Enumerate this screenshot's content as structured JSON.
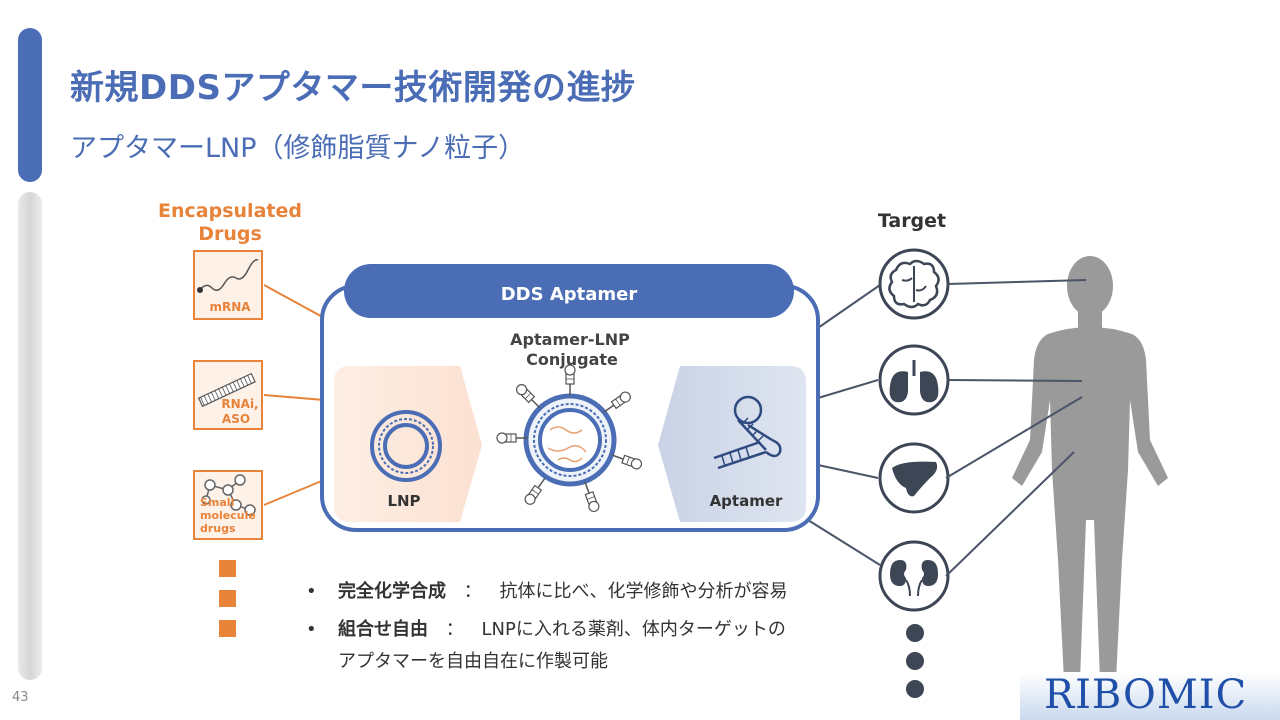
{
  "page_number": "43",
  "title": "新規DDSアプタマー技術開発の進捗",
  "subtitle": "アプタマーLNP（修飾脂質ナノ粒子）",
  "encapsulated": {
    "label_line1": "Encapsulated",
    "label_line2": "Drugs",
    "items": [
      {
        "label": "mRNA"
      },
      {
        "label_line1": "RNAi,",
        "label_line2": "ASO"
      },
      {
        "label_line1": "Small",
        "label_line2": "molecule",
        "label_line3": "drugs"
      }
    ]
  },
  "dds_box": {
    "header": "DDS Aptamer",
    "conjugate_line1": "Aptamer-LNP",
    "conjugate_line2": "Conjugate",
    "lnp_label": "LNP",
    "aptamer_label": "Aptamer"
  },
  "target": {
    "label": "Target",
    "icons": [
      "brain-icon",
      "lungs-icon",
      "liver-icon",
      "kidneys-icon"
    ]
  },
  "bullets": [
    {
      "bold": "完全化学合成",
      "sep": "：",
      "text": "抗体に比べ、化学修飾や分析が容易"
    },
    {
      "bold": "組合せ自由",
      "sep": "：",
      "text": "LNPに入れる薬剤、体内ターゲットの",
      "text2": "アプタマーを自由自在に作製可能"
    }
  ],
  "logo": "RIBOMIC",
  "colors": {
    "brand_blue": "#4a6db5",
    "orange": "#e8833a",
    "dark_gray": "#333333"
  }
}
